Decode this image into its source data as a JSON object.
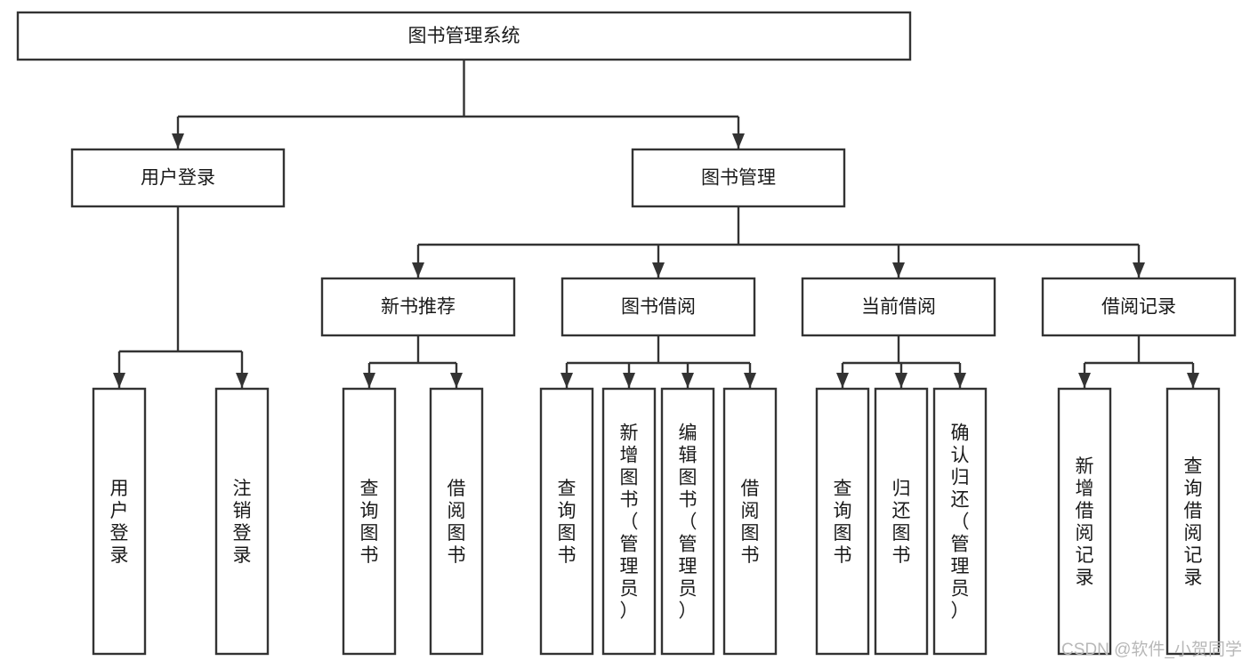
{
  "diagram": {
    "title": "图书管理系统",
    "type": "tree",
    "orientation": "top-down",
    "levels": 4,
    "colors": {
      "box_stroke": "#333333",
      "box_fill": "#ffffff",
      "connector": "#333333",
      "text": "#1a1a1a",
      "watermark": "#b8b8b8",
      "background": "#ffffff"
    },
    "root": {
      "id": "root",
      "label": "图书管理系统",
      "orientation": "horizontal"
    },
    "level2": [
      {
        "id": "user-login",
        "label": "用户登录",
        "orientation": "horizontal"
      },
      {
        "id": "book-management",
        "label": "图书管理",
        "orientation": "horizontal"
      }
    ],
    "level3": [
      {
        "id": "new-book-recommend",
        "label": "新书推荐",
        "orientation": "horizontal",
        "parent": "book-management"
      },
      {
        "id": "book-borrow",
        "label": "图书借阅",
        "orientation": "horizontal",
        "parent": "book-management"
      },
      {
        "id": "current-borrow",
        "label": "当前借阅",
        "orientation": "horizontal",
        "parent": "book-management"
      },
      {
        "id": "borrow-record",
        "label": "借阅记录",
        "orientation": "horizontal",
        "parent": "book-management"
      }
    ],
    "leaves": [
      {
        "id": "leaf-user-login",
        "label": "用户登录",
        "parent": "user-login",
        "orientation": "vertical"
      },
      {
        "id": "leaf-logout",
        "label": "注销登录",
        "parent": "user-login",
        "orientation": "vertical"
      },
      {
        "id": "leaf-query-book-1",
        "label": "查询图书",
        "parent": "new-book-recommend",
        "orientation": "vertical"
      },
      {
        "id": "leaf-borrow-book-1",
        "label": "借阅图书",
        "parent": "new-book-recommend",
        "orientation": "vertical"
      },
      {
        "id": "leaf-query-book-2",
        "label": "查询图书",
        "parent": "book-borrow",
        "orientation": "vertical"
      },
      {
        "id": "leaf-add-book",
        "label": "新增图书（管理员）",
        "parent": "book-borrow",
        "orientation": "vertical"
      },
      {
        "id": "leaf-edit-book",
        "label": "编辑图书（管理员）",
        "parent": "book-borrow",
        "orientation": "vertical"
      },
      {
        "id": "leaf-borrow-book-2",
        "label": "借阅图书",
        "parent": "book-borrow",
        "orientation": "vertical"
      },
      {
        "id": "leaf-query-book-3",
        "label": "查询图书",
        "parent": "current-borrow",
        "orientation": "vertical"
      },
      {
        "id": "leaf-return-book",
        "label": "归还图书",
        "parent": "current-borrow",
        "orientation": "vertical"
      },
      {
        "id": "leaf-confirm-return",
        "label": "确认归还（管理员）",
        "parent": "current-borrow",
        "orientation": "vertical"
      },
      {
        "id": "leaf-add-record",
        "label": "新增借阅记录",
        "parent": "borrow-record",
        "orientation": "vertical"
      },
      {
        "id": "leaf-query-record",
        "label": "查询借阅记录",
        "parent": "borrow-record",
        "orientation": "vertical"
      }
    ]
  },
  "watermark": {
    "text": "CSDN @软件_小贺同学"
  }
}
